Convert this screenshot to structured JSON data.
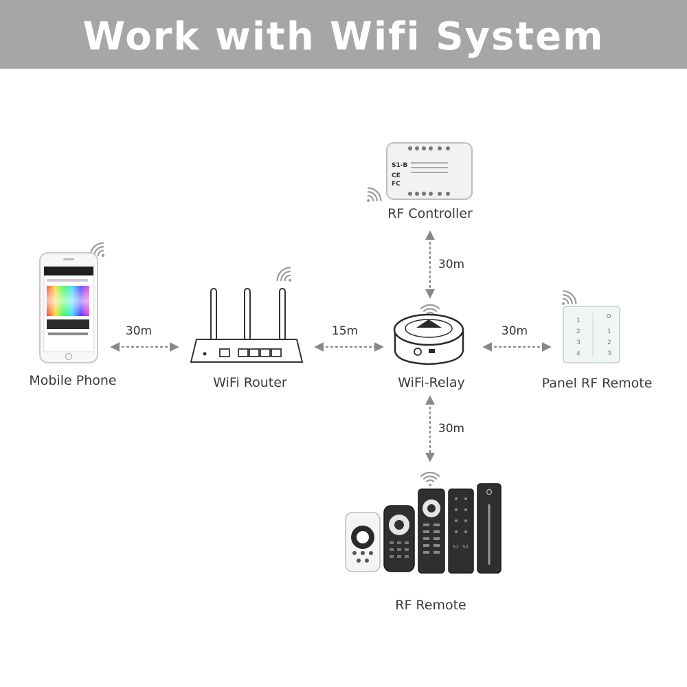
{
  "header": {
    "title": "Work with Wifi System"
  },
  "devices": {
    "mobile_phone": "Mobile Phone",
    "wifi_router": "WiFi Router",
    "wifi_relay": "WiFi-Relay",
    "rf_controller": "RF Controller",
    "panel_rf_remote": "Panel RF Remote",
    "rf_remote": "RF Remote"
  },
  "rf_controller_print": {
    "model": "S1-B"
  },
  "panel_keys": {
    "left": [
      "1",
      "2",
      "3",
      "4"
    ],
    "right": [
      "1",
      "2",
      "3"
    ]
  },
  "remote_keys": {
    "s1": "S1",
    "s2": "S2"
  },
  "links": {
    "phone_router": "30m",
    "router_relay": "15m",
    "relay_controller": "30m",
    "relay_panel": "30m",
    "relay_remote": "30m"
  },
  "colors": {
    "banner": "#a6a6a6",
    "line": "#888888",
    "device_dark": "#2a2a2a"
  }
}
